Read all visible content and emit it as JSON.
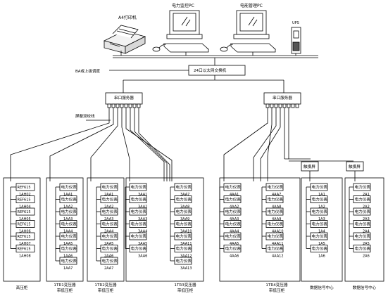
{
  "labels": {
    "printer": "A4打印机",
    "pc_monitor": "电力监控PC",
    "pc_manage": "电能管理PC",
    "ups": "UPS",
    "ba_bus": "BA或上级调度",
    "switch": "24口以太网交换机",
    "serial_server_1": "串口服务器",
    "serial_server_2": "串口服务器",
    "shield_cable": "屏蔽双绞线"
  },
  "touch_screens": [
    "触摸屏",
    "触摸屏"
  ],
  "meter_label": "电力仪表",
  "panels": [
    {
      "relays": [
        "REF615",
        "REF615",
        "REF615",
        "REF615",
        "REF615",
        "REF615"
      ],
      "ids": [
        "1AH02",
        "1AH04",
        "1AH05",
        "1AH06",
        "1AH07",
        "1AH08"
      ],
      "caption": [
        "高压柜"
      ]
    },
    {
      "ids": [
        "1AA1",
        "1AA2",
        "1AA3",
        "1AA4",
        "1AA5",
        "1AA6",
        "1AA7"
      ],
      "caption": [
        "1TR1变压器",
        "带低压柜"
      ]
    },
    {
      "ids": [
        "2AA1",
        "2AA2",
        "2AA3",
        "2AA4",
        "2AA5",
        "2AA6",
        "2AA7"
      ],
      "caption": [
        "1TR2变压器",
        "带低压柜"
      ]
    },
    {
      "ids_left": [
        "3AA1",
        "3AA2",
        "3AA3",
        "3AA4",
        "3AA5",
        "3AA6"
      ],
      "ids_right": [
        "3AA7",
        "3AA8",
        "3AA9",
        "3AA10",
        "3AA11",
        "3AA12",
        "3AA13"
      ],
      "caption": [
        "1TR3变压器",
        "带低压柜"
      ]
    },
    {
      "ids_left": [
        "4AA1",
        "4AA2",
        "4AA3",
        "4AA4",
        "4AA5",
        "4AA6"
      ],
      "ids_right": [
        "4AA7",
        "4AA8",
        "4AA9",
        "4AA10",
        "4AA11",
        "4AA12"
      ],
      "caption": [
        "1TR4变压器",
        "带低压柜"
      ]
    },
    {
      "ids": [
        "1A1",
        "1A2",
        "1A3",
        "1A4",
        "1A5",
        "1A6"
      ],
      "caption": [
        "数据信号中心"
      ]
    },
    {
      "ids": [
        "2A1",
        "2A2",
        "2A3",
        "2A4",
        "2A5",
        "2A6"
      ],
      "caption": [
        "数据信号中心"
      ]
    }
  ]
}
